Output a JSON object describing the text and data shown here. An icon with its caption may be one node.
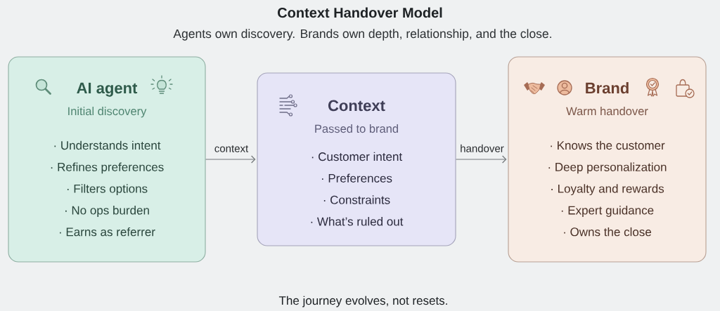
{
  "diagram": {
    "title": "Context Handover Model",
    "caption": "The journey evolves, not resets.",
    "nodes": [
      {
        "text": [
          "AI agent",
          "Initial discovery",
          "· Understands intent",
          "· Refines preferences",
          "· Filters options",
          "· No ops burden",
          "· Earns as referrer"
        ]
      },
      {
        "text": [
          "Context",
          "Passed to brand",
          "· Customer intent",
          "· Preferences",
          "· Constraints",
          "· What’s ruled out"
        ]
      },
      {
        "text": [
          "Brand",
          "Warm handover",
          "· Knows the customer",
          "· Deep personalization",
          "· Loyalty and rewards",
          "· Expert guidance",
          "· Owns the close"
        ]
      }
    ],
    "edges": [
      {
        "from": 0,
        "to": 1,
        "arrow": "to",
        "label": "context"
      },
      {
        "from": 1,
        "to": 2,
        "arrow": "to",
        "label": "handover"
      }
    ],
    "labels": [
      "Agents own discovery. Brands own depth, relationship, and the close."
    ]
  }
}
